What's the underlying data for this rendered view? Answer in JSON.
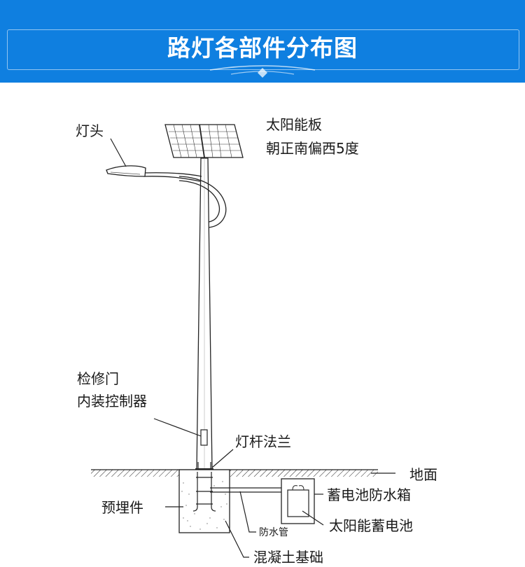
{
  "title": "路灯各部件分布图",
  "colors": {
    "banner": "#0f7fe0",
    "line": "#222222",
    "text": "#1a1a1a"
  },
  "labels": {
    "lamp_head": "灯头",
    "solar_panel_line1": "太阳能板",
    "solar_panel_line2": "朝正南偏西5度",
    "access_door_line1": "检修门",
    "access_door_line2": "内装控制器",
    "flange": "灯杆法兰",
    "ground": "地面",
    "battery_box": "蓄电池防水箱",
    "embedded_part": "预埋件",
    "waterproof_pipe": "防水管",
    "solar_battery": "太阳能蓄电池",
    "concrete_foundation": "混凝土基础"
  }
}
